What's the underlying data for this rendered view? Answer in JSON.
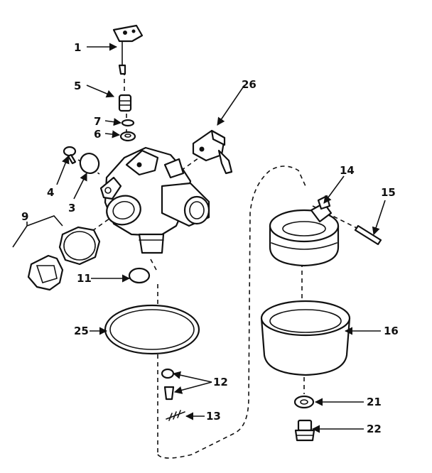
{
  "diagram": {
    "colors": {
      "ink": "#111111",
      "paper": "#ffffff"
    },
    "callouts": {
      "c1": "1",
      "c3": "3",
      "c4": "4",
      "c5": "5",
      "c6": "6",
      "c7": "7",
      "c9": "9",
      "c11": "11",
      "c12": "12",
      "c13": "13",
      "c14": "14",
      "c15": "15",
      "c16": "16",
      "c21": "21",
      "c22": "22",
      "c25": "25",
      "c26": "26"
    }
  }
}
